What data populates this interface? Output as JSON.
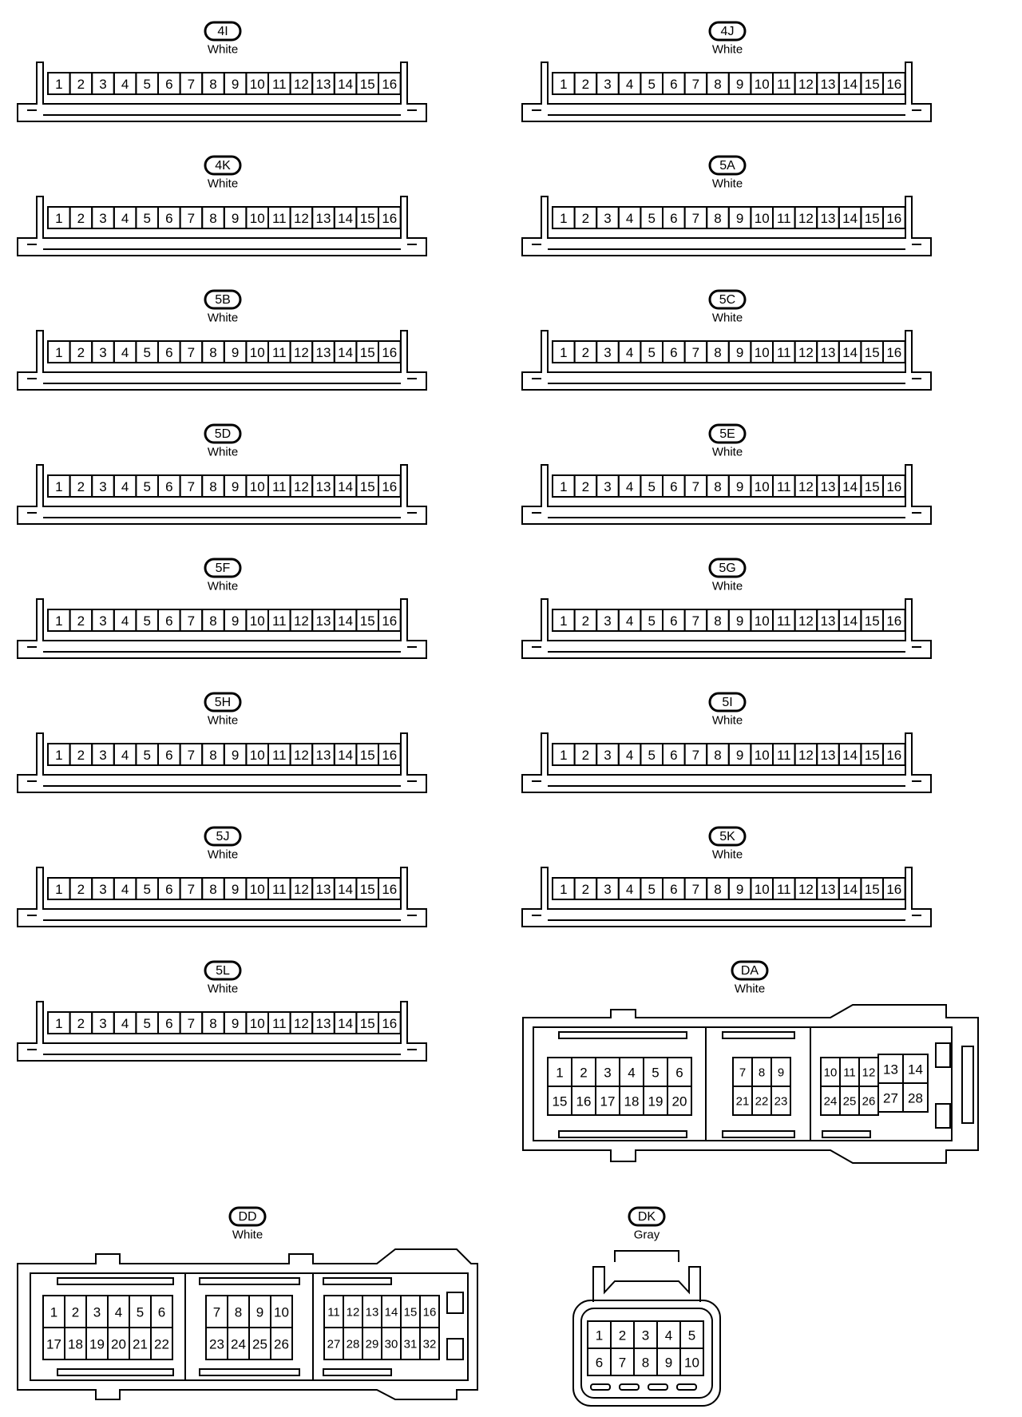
{
  "linear_connectors": [
    {
      "id": "4I",
      "color": "White",
      "pins": [
        "1",
        "2",
        "3",
        "4",
        "5",
        "6",
        "7",
        "8",
        "9",
        "10",
        "11",
        "12",
        "13",
        "14",
        "15",
        "16"
      ]
    },
    {
      "id": "4J",
      "color": "White",
      "pins": [
        "1",
        "2",
        "3",
        "4",
        "5",
        "6",
        "7",
        "8",
        "9",
        "10",
        "11",
        "12",
        "13",
        "14",
        "15",
        "16"
      ]
    },
    {
      "id": "4K",
      "color": "White",
      "pins": [
        "1",
        "2",
        "3",
        "4",
        "5",
        "6",
        "7",
        "8",
        "9",
        "10",
        "11",
        "12",
        "13",
        "14",
        "15",
        "16"
      ]
    },
    {
      "id": "5A",
      "color": "White",
      "pins": [
        "1",
        "2",
        "3",
        "4",
        "5",
        "6",
        "7",
        "8",
        "9",
        "10",
        "11",
        "12",
        "13",
        "14",
        "15",
        "16"
      ]
    },
    {
      "id": "5B",
      "color": "White",
      "pins": [
        "1",
        "2",
        "3",
        "4",
        "5",
        "6",
        "7",
        "8",
        "9",
        "10",
        "11",
        "12",
        "13",
        "14",
        "15",
        "16"
      ]
    },
    {
      "id": "5C",
      "color": "White",
      "pins": [
        "1",
        "2",
        "3",
        "4",
        "5",
        "6",
        "7",
        "8",
        "9",
        "10",
        "11",
        "12",
        "13",
        "14",
        "15",
        "16"
      ]
    },
    {
      "id": "5D",
      "color": "White",
      "pins": [
        "1",
        "2",
        "3",
        "4",
        "5",
        "6",
        "7",
        "8",
        "9",
        "10",
        "11",
        "12",
        "13",
        "14",
        "15",
        "16"
      ]
    },
    {
      "id": "5E",
      "color": "White",
      "pins": [
        "1",
        "2",
        "3",
        "4",
        "5",
        "6",
        "7",
        "8",
        "9",
        "10",
        "11",
        "12",
        "13",
        "14",
        "15",
        "16"
      ]
    },
    {
      "id": "5F",
      "color": "White",
      "pins": [
        "1",
        "2",
        "3",
        "4",
        "5",
        "6",
        "7",
        "8",
        "9",
        "10",
        "11",
        "12",
        "13",
        "14",
        "15",
        "16"
      ]
    },
    {
      "id": "5G",
      "color": "White",
      "pins": [
        "1",
        "2",
        "3",
        "4",
        "5",
        "6",
        "7",
        "8",
        "9",
        "10",
        "11",
        "12",
        "13",
        "14",
        "15",
        "16"
      ]
    },
    {
      "id": "5H",
      "color": "White",
      "pins": [
        "1",
        "2",
        "3",
        "4",
        "5",
        "6",
        "7",
        "8",
        "9",
        "10",
        "11",
        "12",
        "13",
        "14",
        "15",
        "16"
      ]
    },
    {
      "id": "5I",
      "color": "White",
      "pins": [
        "1",
        "2",
        "3",
        "4",
        "5",
        "6",
        "7",
        "8",
        "9",
        "10",
        "11",
        "12",
        "13",
        "14",
        "15",
        "16"
      ]
    },
    {
      "id": "5J",
      "color": "White",
      "pins": [
        "1",
        "2",
        "3",
        "4",
        "5",
        "6",
        "7",
        "8",
        "9",
        "10",
        "11",
        "12",
        "13",
        "14",
        "15",
        "16"
      ]
    },
    {
      "id": "5K",
      "color": "White",
      "pins": [
        "1",
        "2",
        "3",
        "4",
        "5",
        "6",
        "7",
        "8",
        "9",
        "10",
        "11",
        "12",
        "13",
        "14",
        "15",
        "16"
      ]
    },
    {
      "id": "5L",
      "color": "White",
      "pins": [
        "1",
        "2",
        "3",
        "4",
        "5",
        "6",
        "7",
        "8",
        "9",
        "10",
        "11",
        "12",
        "13",
        "14",
        "15",
        "16"
      ]
    }
  ],
  "da_connector": {
    "id": "DA",
    "color": "White",
    "block_a": [
      [
        "1",
        "2",
        "3",
        "4",
        "5",
        "6"
      ],
      [
        "15",
        "16",
        "17",
        "18",
        "19",
        "20"
      ]
    ],
    "block_b": [
      [
        "7",
        "8",
        "9"
      ],
      [
        "21",
        "22",
        "23"
      ]
    ],
    "block_c": [
      [
        "10",
        "11",
        "12"
      ],
      [
        "24",
        "25",
        "26"
      ]
    ],
    "block_d": [
      [
        "13",
        "14"
      ],
      [
        "27",
        "28"
      ]
    ]
  },
  "dd_connector": {
    "id": "DD",
    "color": "White",
    "block_a": [
      [
        "1",
        "2",
        "3",
        "4",
        "5",
        "6"
      ],
      [
        "17",
        "18",
        "19",
        "20",
        "21",
        "22"
      ]
    ],
    "block_b": [
      [
        "7",
        "8",
        "9",
        "10"
      ],
      [
        "23",
        "24",
        "25",
        "26"
      ]
    ],
    "block_c": [
      [
        "11",
        "12",
        "13",
        "14",
        "15",
        "16"
      ],
      [
        "27",
        "28",
        "29",
        "30",
        "31",
        "32"
      ]
    ]
  },
  "dk_connector": {
    "id": "DK",
    "color": "Gray",
    "pins": [
      [
        "1",
        "2",
        "3",
        "4",
        "5"
      ],
      [
        "6",
        "7",
        "8",
        "9",
        "10"
      ]
    ]
  }
}
